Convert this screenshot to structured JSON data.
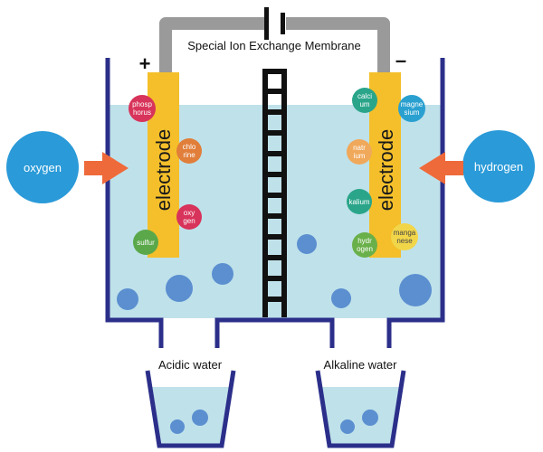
{
  "membrane_label": "Special Ion Exchange Membrane",
  "terminals": {
    "positive": "+",
    "negative": "–"
  },
  "electrodes": {
    "left": "electrode",
    "right": "electrode"
  },
  "gases": {
    "left": "oxygen",
    "right": "hydrogen"
  },
  "left_ions": [
    {
      "lines": [
        "phosp",
        "horus"
      ],
      "color": "#d8335a"
    },
    {
      "lines": [
        "chlo",
        "rine"
      ],
      "color": "#e07e3a"
    },
    {
      "lines": [
        "oxy",
        "gen"
      ],
      "color": "#d8335a"
    },
    {
      "lines": [
        "sulfur"
      ],
      "color": "#5aa84a"
    }
  ],
  "right_ions": [
    {
      "lines": [
        "calci",
        "um"
      ],
      "color": "#2aa58a"
    },
    {
      "lines": [
        "magne",
        "sium"
      ],
      "color": "#2aa0d0"
    },
    {
      "lines": [
        "natr",
        "ium"
      ],
      "color": "#f0a85a"
    },
    {
      "lines": [
        "kalium"
      ],
      "color": "#2aa58a"
    },
    {
      "lines": [
        "hydr",
        "ogen"
      ],
      "color": "#6ab04a"
    },
    {
      "lines": [
        "manga",
        "nese"
      ],
      "color": "#f2d64a"
    }
  ],
  "outputs": {
    "left": {
      "name": "Acidic water",
      "charge": "(–)"
    },
    "right": {
      "name": "Alkaline water",
      "charge": "(+)"
    }
  },
  "colors": {
    "tank_outline": "#2b2f8a",
    "water": "#bfe1ea",
    "electrode": "#f4bf2a",
    "wire": "#9a9a9a",
    "gas_circle": "#2a9ad8",
    "arrow": "#ef6a3a",
    "bubble": "#5b8fd0",
    "membrane": "#111111"
  }
}
